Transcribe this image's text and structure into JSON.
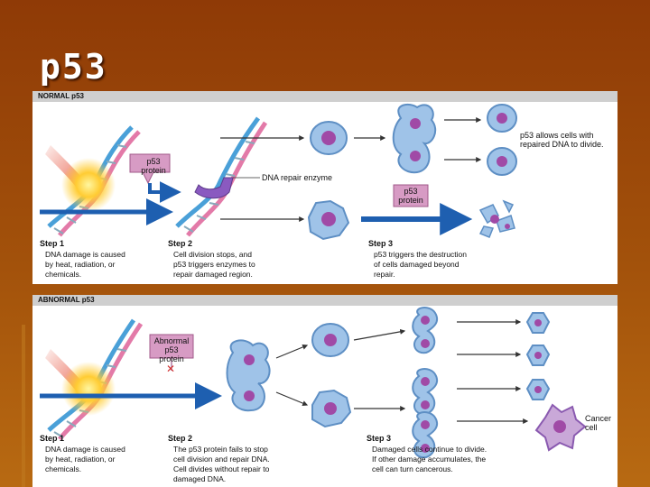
{
  "title": "p53",
  "normal": {
    "header": "NORMAL p53",
    "p53_protein_label_1": "p53",
    "p53_protein_label_2": "protein",
    "dna_repair_label": "DNA repair enzyme",
    "p53_step3_label_1": "p53",
    "p53_step3_label_2": "protein",
    "divide_label_1": "p53 allows cells with",
    "divide_label_2": "repaired DNA to divide.",
    "step1": {
      "title": "Step 1",
      "lines": [
        "DNA damage is caused",
        "by heat, radiation, or",
        "chemicals."
      ]
    },
    "step2": {
      "title": "Step 2",
      "lines": [
        "Cell division stops, and",
        "p53 triggers enzymes to",
        "repair damaged region."
      ]
    },
    "step3": {
      "title": "Step 3",
      "lines": [
        "p53 triggers the destruction",
        "of cells damaged beyond",
        "repair."
      ]
    }
  },
  "abnormal": {
    "header": "ABNORMAL p53",
    "abnormal_label_1": "Abnormal",
    "abnormal_label_2": "p53 protein",
    "cancer_label_1": "Cancer",
    "cancer_label_2": "cell",
    "step1": {
      "title": "Step 1",
      "lines": [
        "DNA damage is caused",
        "by heat, radiation, or",
        "chemicals."
      ]
    },
    "step2": {
      "title": "Step 2",
      "lines": [
        "The p53 protein fails to stop",
        "cell division and repair DNA.",
        "Cell divides without repair to",
        "damaged DNA."
      ]
    },
    "step3": {
      "title": "Step 3",
      "lines": [
        "Damaged cells continue to divide.",
        "If other damage accumulates, the",
        "cell can turn cancerous."
      ]
    }
  },
  "colors": {
    "cell_fill": "#9fc3e8",
    "nucleus": "#a04aa6",
    "protein": "#d79bc4",
    "arrow": "#1e5fb0",
    "dna_a": "#4aa0d8",
    "dna_b": "#e37aa8"
  }
}
